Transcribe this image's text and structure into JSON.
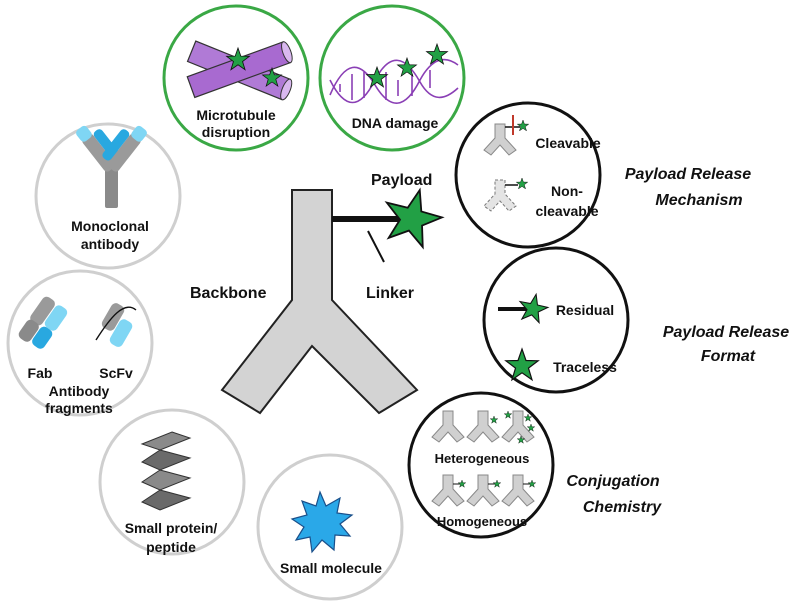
{
  "center": {
    "backbone": "Backbone",
    "linker": "Linker",
    "payload": "Payload"
  },
  "payloads": {
    "microtubule": [
      "Microtubule",
      "disruption"
    ],
    "dna": "DNA damage"
  },
  "backbones": {
    "mab": [
      "Monoclonal",
      "antibody"
    ],
    "fab": "Fab",
    "scfv": "ScFv",
    "fragments": [
      "Antibody",
      "fragments"
    ],
    "protein": [
      "Small protein/",
      "peptide"
    ],
    "small_molecule": "Small molecule"
  },
  "release_mechanism": {
    "title": [
      "Payload Release",
      "Mechanism"
    ],
    "cleavable": "Cleavable",
    "noncleavable": [
      "Non-",
      "cleavable"
    ]
  },
  "release_format": {
    "title": [
      "Payload Release",
      "Format"
    ],
    "residual": "Residual",
    "traceless": "Traceless"
  },
  "conjugation": {
    "title": [
      "Conjugation",
      "Chemistry"
    ],
    "heterogeneous": "Heterogeneous",
    "homogeneous": "Homogeneous"
  },
  "colors": {
    "payload_green": "#22a045",
    "payload_ring": "#3aa845",
    "grey_ring": "#cfcfcf",
    "black_ring": "#111111",
    "backbone_grey": "#d3d3d3",
    "antibody_light_blue": "#7fd6f4",
    "antibody_blue": "#29a8e0",
    "microtubule_purple": "#b07ad6",
    "small_molecule_blue": "#2aa8e8"
  }
}
